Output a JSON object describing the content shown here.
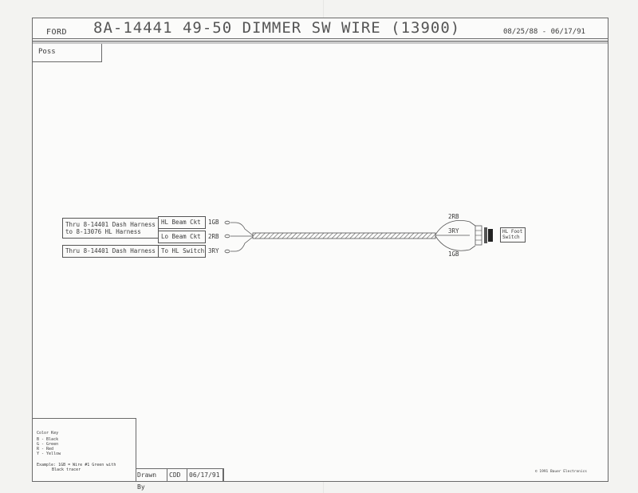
{
  "header": {
    "brand": "FORD",
    "title": "8A-14441  49-50 DIMMER SW WIRE  (13900)",
    "dates": "08/25/88 - 06/17/91"
  },
  "position": {
    "label": "Poss"
  },
  "connections": {
    "left": [
      {
        "line1": "Thru 8-14401 Dash Harness",
        "line2": "to 8-13076 HL Harness"
      },
      {
        "line1": "Thru 8-14401 Dash Harness"
      }
    ],
    "circuits": [
      {
        "label": "HL Beam Ckt",
        "wire": "1GB"
      },
      {
        "label": "Lo Beam Ckt",
        "wire": "2RB"
      },
      {
        "label": "To HL Switch",
        "wire": "3RY"
      }
    ],
    "right_wires": [
      "2RB",
      "3RY",
      "1GB"
    ],
    "device": {
      "line1": "HL Foot",
      "line2": "Switch"
    }
  },
  "color_key": {
    "title": "Color Key",
    "items": [
      "B - Black",
      "G - Green",
      "R - Red",
      "Y - Yellow"
    ],
    "example_line1": "Example: 1GB = Wire #1 Green with",
    "example_line2": "Black tracer"
  },
  "drawn_by": {
    "label": "Drawn By",
    "initials": "CDD",
    "date": "06/17/91"
  },
  "copyright": "© 1991 Bauer Electronics"
}
